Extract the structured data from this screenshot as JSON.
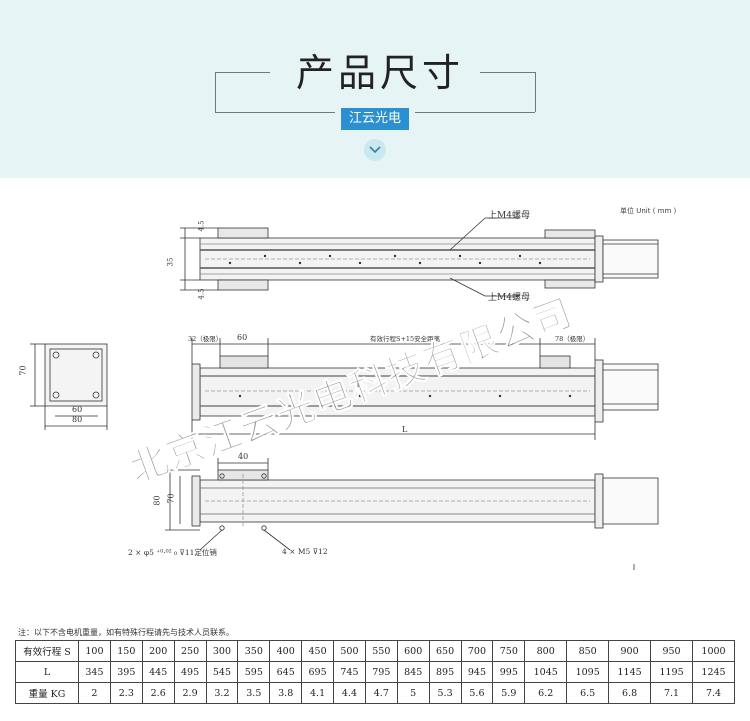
{
  "banner": {
    "title": "产品尺寸",
    "subtitle": "江云光电",
    "chevron_icon": "chevron-down-icon"
  },
  "drawing": {
    "unit": "单位 Unit ( mm )",
    "top_view": {
      "callout_upper": "上M4螺母",
      "callout_lower": "上M4螺母",
      "dim_top": "4.5",
      "dim_mid": "35",
      "dim_bottom": "4.5"
    },
    "end_view": {
      "height": "70",
      "inner_width": "60",
      "outer_width": "80"
    },
    "side_view": {
      "dim_left_end": "32（极限）",
      "dim_carriage": "60",
      "dim_stroke": "有效行程S+15安全距离",
      "dim_right_end": "78（极限）",
      "dim_length": "L"
    },
    "bottom_view": {
      "dim_width": "40",
      "dim_outer_height": "80",
      "dim_inner_height": "70",
      "note_holes_left": "2 × φ5 ⁺⁰·⁰² ₀ ⊽11定位销",
      "note_holes_right": "4 × M5 ⊽12"
    },
    "watermark": "北京江云光电科技有限公司"
  },
  "table": {
    "note": "注：以下不含电机重量，如有特殊行程请先与技术人员联系。",
    "rows": [
      {
        "header": "有效行程 S",
        "values": [
          "100",
          "150",
          "200",
          "250",
          "300",
          "350",
          "400",
          "450",
          "500",
          "550",
          "600",
          "650",
          "700",
          "750",
          "800",
          "850",
          "900",
          "950",
          "1000"
        ]
      },
      {
        "header": "L",
        "values": [
          "345",
          "395",
          "445",
          "495",
          "545",
          "595",
          "645",
          "695",
          "745",
          "795",
          "845",
          "895",
          "945",
          "995",
          "1045",
          "1095",
          "1145",
          "1195",
          "1245"
        ]
      },
      {
        "header": "重量 KG",
        "values": [
          "2",
          "2.3",
          "2.6",
          "2.9",
          "3.2",
          "3.5",
          "3.8",
          "4.1",
          "4.4",
          "4.7",
          "5",
          "5.3",
          "5.6",
          "5.9",
          "6.2",
          "6.5",
          "6.8",
          "7.1",
          "7.4"
        ]
      }
    ]
  }
}
